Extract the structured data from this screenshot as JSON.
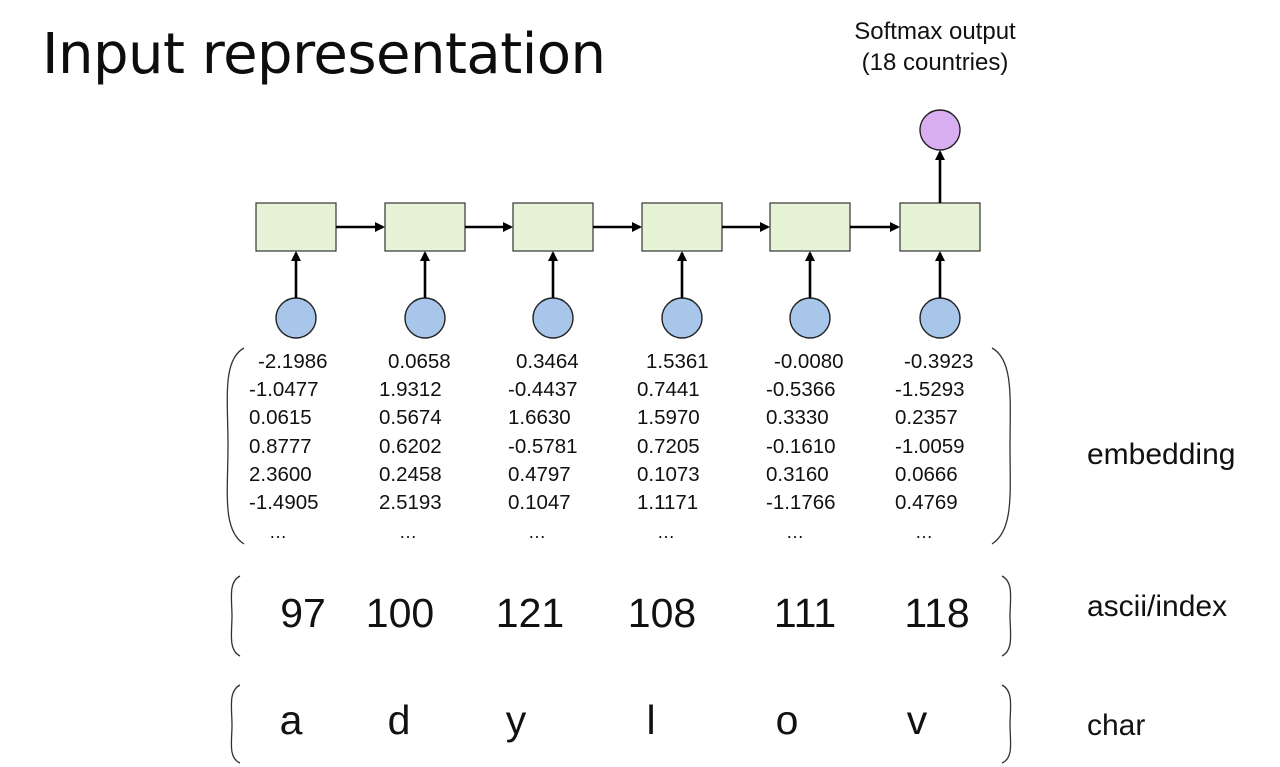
{
  "title": "Input representation",
  "softmax_label": [
    "Softmax output",
    "(18 countries)"
  ],
  "row_labels": {
    "embedding": "embedding",
    "ascii": "ascii/index",
    "char": "char"
  },
  "sequence": [
    {
      "char": "a",
      "ascii": "97",
      "embedding": [
        "-2.1986",
        "-1.0477",
        "0.0615",
        "0.8777",
        "2.3600",
        "-1.4905"
      ]
    },
    {
      "char": "d",
      "ascii": "100",
      "embedding": [
        "0.0658",
        "1.9312",
        "0.5674",
        "0.6202",
        "0.2458",
        "2.5193"
      ]
    },
    {
      "char": "y",
      "ascii": "121",
      "embedding": [
        "0.3464",
        "-0.4437",
        "1.6630",
        "-0.5781",
        "0.4797",
        "0.1047"
      ]
    },
    {
      "char": "l",
      "ascii": "108",
      "embedding": [
        "1.5361",
        "0.7441",
        "1.5970",
        "0.7205",
        "0.1073",
        "1.1171"
      ]
    },
    {
      "char": "o",
      "ascii": "111",
      "embedding": [
        "-0.0080",
        "-0.5366",
        "0.3330",
        "-0.1610",
        "0.3160",
        "-1.1766"
      ]
    },
    {
      "char": "v",
      "ascii": "118",
      "embedding": [
        "-0.3923",
        "-1.5293",
        "0.2357",
        "-1.0059",
        "0.0666",
        "0.4769"
      ]
    }
  ],
  "ellipsis": "…",
  "colors": {
    "rnn_cell": "#e7f3d6",
    "input_node": "#a7c6ea",
    "output_node": "#d8aef0"
  }
}
